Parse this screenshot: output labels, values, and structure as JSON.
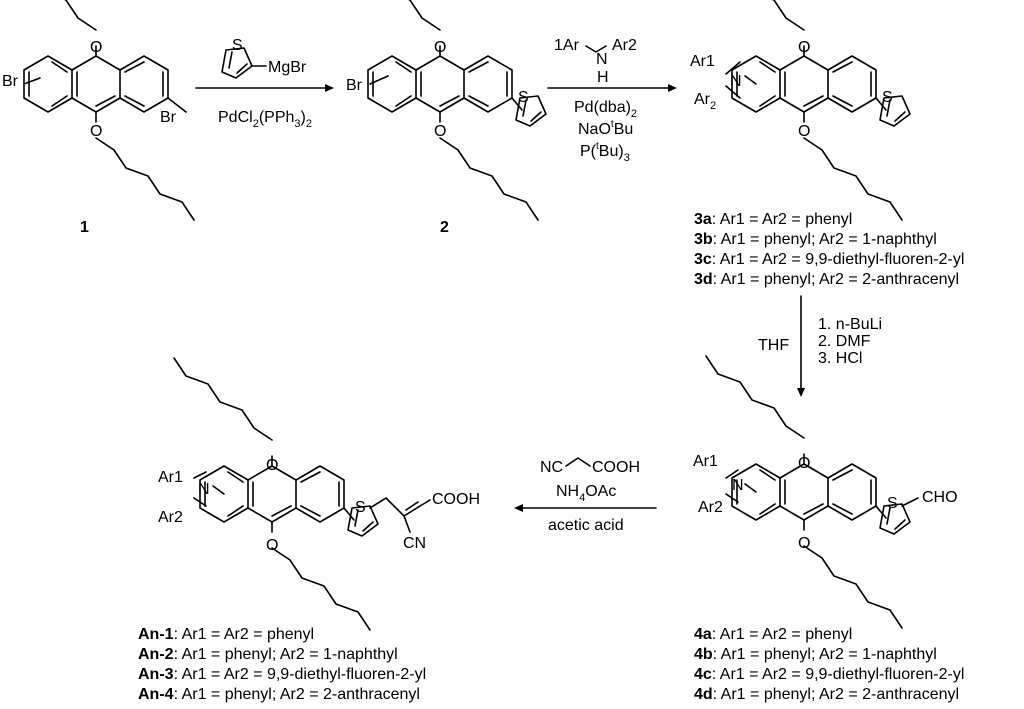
{
  "compounds": {
    "c1": {
      "label": "1",
      "sub_top": "Br",
      "sub_right": "Br",
      "o_top": "O",
      "o_bottom": "O"
    },
    "c2": {
      "label": "2",
      "sub_left": "Br",
      "o_top": "O",
      "o_bottom": "O",
      "s": "S"
    },
    "c3": {
      "ar1": "Ar1",
      "n": "N",
      "ar2": "Ar",
      "ar2_sub": "2",
      "o_top": "O",
      "o_bottom": "O",
      "s": "S"
    },
    "c4": {
      "ar1": "Ar1",
      "n": "N",
      "ar2": "Ar2",
      "o_top": "O",
      "o_bottom": "O",
      "s": "S",
      "cho": "CHO"
    },
    "an": {
      "ar1": "Ar1",
      "n": "N",
      "ar2": "Ar2",
      "o_top": "O",
      "o_bottom": "O",
      "s": "S",
      "cooh": "COOH",
      "cn": "CN"
    }
  },
  "reagents": {
    "step1": {
      "grignard_s": "S",
      "grignard": "MgBr",
      "catalyst_a": "PdCl",
      "catalyst_sub1": "2",
      "catalyst_b": "(PPh",
      "catalyst_sub2": "3",
      "catalyst_c": ")",
      "catalyst_sub3": "2"
    },
    "step2": {
      "amine_left": "1Ar",
      "amine_n": "N",
      "amine_right": "Ar2",
      "amine_h": "H",
      "pd": "Pd(dba)",
      "pd_sub": "2",
      "base_a": "NaO",
      "base_sup": "t",
      "base_b": "Bu",
      "phos_a": "P(",
      "phos_sup": "t",
      "phos_b": "Bu)",
      "phos_sub": "3"
    },
    "step3": {
      "solvent": "THF",
      "steps": [
        "1. n-BuLi",
        "2. DMF",
        "3. HCl"
      ]
    },
    "step4": {
      "nc": "NC",
      "cooh": "COOH",
      "salt_a": "NH",
      "salt_sub": "4",
      "salt_b": "OAc",
      "solvent": "acetic acid"
    }
  },
  "legends": {
    "series3": [
      {
        "code": "3a",
        "text": ": Ar1 = Ar2 = phenyl"
      },
      {
        "code": "3b",
        "text": ": Ar1 = phenyl; Ar2 = 1-naphthyl"
      },
      {
        "code": "3c",
        "text": ": Ar1 = Ar2 = 9,9-diethyl-fluoren-2-yl"
      },
      {
        "code": "3d",
        "text": ": Ar1 = phenyl; Ar2 = 2-anthracenyl"
      }
    ],
    "series4": [
      {
        "code": "4a",
        "text": ": Ar1 = Ar2 = phenyl"
      },
      {
        "code": "4b",
        "text": ": Ar1 = phenyl; Ar2 = 1-naphthyl"
      },
      {
        "code": "4c",
        "text": ": Ar1 = Ar2 = 9,9-diethyl-fluoren-2-yl"
      },
      {
        "code": "4d",
        "text": ": Ar1 = phenyl; Ar2 = 2-anthracenyl"
      }
    ],
    "seriesAn": [
      {
        "code": "An-1",
        "text": ": Ar1 = Ar2 = phenyl"
      },
      {
        "code": "An-2",
        "text": ": Ar1 = phenyl; Ar2 = 1-naphthyl"
      },
      {
        "code": "An-3",
        "text": ": Ar1 = Ar2 = 9,9-diethyl-fluoren-2-yl"
      },
      {
        "code": "An-4",
        "text": ": Ar1 = phenyl; Ar2 = 2-anthracenyl"
      }
    ]
  }
}
